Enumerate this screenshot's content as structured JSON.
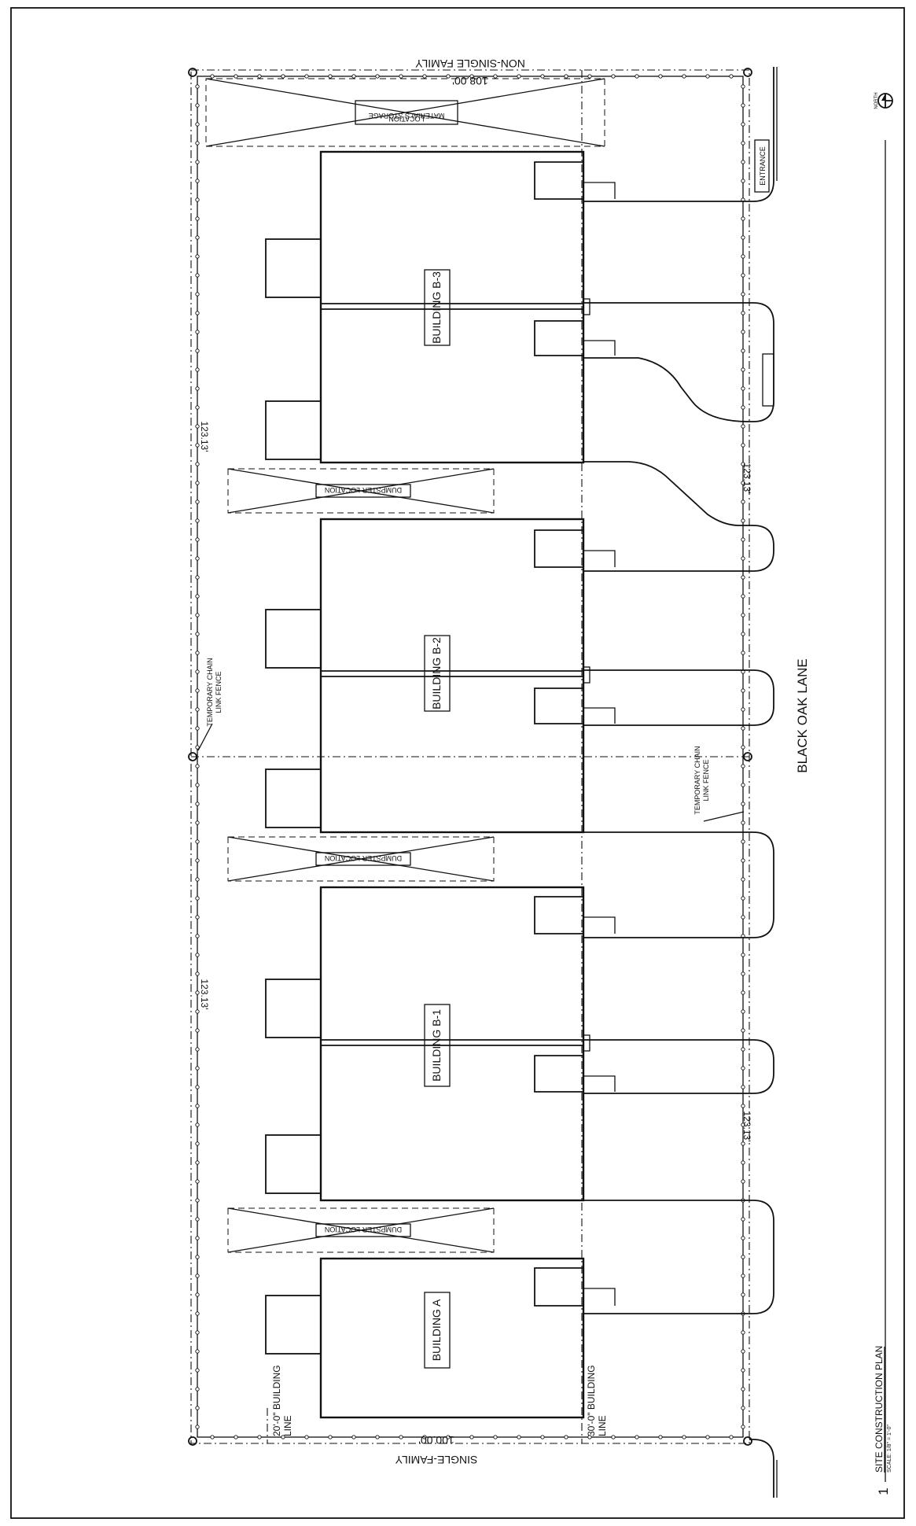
{
  "labels": {
    "top_zone": "NON-SINGLE FAMILY",
    "bottom_zone": "SINGLE-FAMILY",
    "dim_top": "108.00'",
    "dim_bottom": "100.00'",
    "dim_west_upper": "123.13'",
    "dim_west_lower": "123.13'",
    "dim_east_upper": "123.13'",
    "dim_east_lower": "123.13'",
    "materials_1": "MATERIALS STORAGE",
    "materials_2": "LOCATION",
    "dumpster": "DUMPSTER LOCATION",
    "building_a": "BUILDING A",
    "building_b1": "BUILDING B-1",
    "building_b2": "BUILDING B-2",
    "building_b3": "BUILDING B-3",
    "entrance": "ENTRANCE",
    "fence_1": "TEMPORARY CHAIN",
    "fence_2": "LINK FENCE",
    "street": "BLACK OAK LANE",
    "building_line_20": "20'-0\" BUILDING",
    "building_line_30": "30'-0\" BUILDING",
    "building_line_word": "LINE",
    "plan_number": "1",
    "plan_title": "SITE CONSTRUCTION PLAN",
    "plan_scale": "SCALE: 1/8\" = 1'-0\"",
    "north": "NORTH"
  }
}
